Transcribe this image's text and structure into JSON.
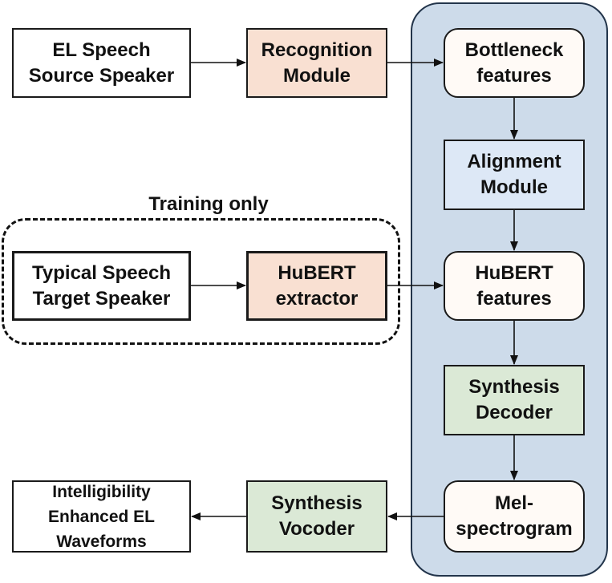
{
  "colors": {
    "panel_fill": "#cddbea",
    "panel_border": "#23354b",
    "peach": "#f9e0d2",
    "light_blue": "#dde8f6",
    "light_green": "#dbe9d6",
    "warm_white": "#fffaf6",
    "white": "#ffffff"
  },
  "group": {
    "label": "Training only"
  },
  "nodes": {
    "el_speech": {
      "label": "EL Speech\nSource Speaker"
    },
    "recognition": {
      "label": "Recognition\nModule"
    },
    "bottleneck": {
      "label": "Bottleneck\nfeatures"
    },
    "alignment": {
      "label": "Alignment\nModule"
    },
    "typical_speech": {
      "label": "Typical Speech\nTarget Speaker"
    },
    "hubert_extractor": {
      "label": "HuBERT\nextractor"
    },
    "hubert_features": {
      "label": "HuBERT\nfeatures"
    },
    "synthesis_decoder": {
      "label": "Synthesis\nDecoder"
    },
    "mel_spectrogram": {
      "label": "Mel-\nspectrogram"
    },
    "synthesis_vocoder": {
      "label": "Synthesis\nVocoder"
    },
    "output": {
      "label": "Intelligibility\nEnhanced EL\nWaveforms"
    }
  }
}
